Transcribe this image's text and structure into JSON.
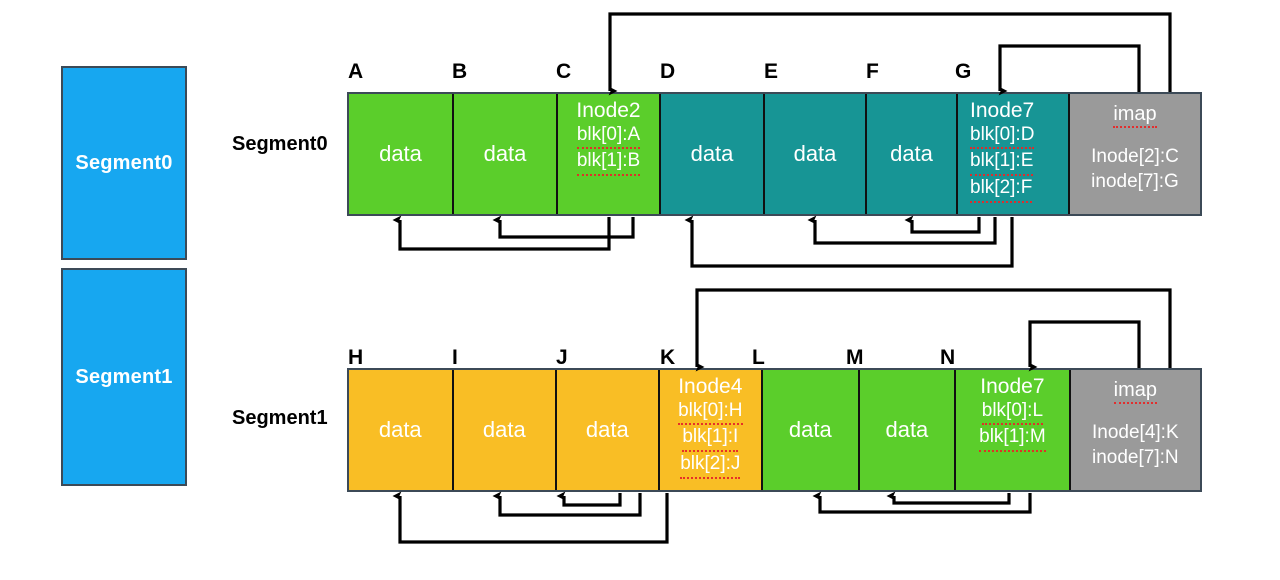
{
  "legend": {
    "items": [
      {
        "label": "Segment0",
        "color": "#17A7F0"
      },
      {
        "label": "Segment1",
        "color": "#17A7F0"
      }
    ]
  },
  "colors": {
    "green": "#5BCE2B",
    "teal": "#179595",
    "orange": "#F9BE25",
    "gray": "#9A9A9A",
    "blue": "#17A7F0",
    "outline": "#3c4a57",
    "arrow": "#000000",
    "dotted_underline": "#E62828"
  },
  "rows": [
    {
      "name": "segment0",
      "row_label": "Segment0",
      "captions": [
        "A",
        "B",
        "C",
        "D",
        "E",
        "F",
        "G"
      ],
      "blocks": [
        {
          "kind": "data",
          "color": "#5BCE2B",
          "text": "data"
        },
        {
          "kind": "data",
          "color": "#5BCE2B",
          "text": "data"
        },
        {
          "kind": "inode",
          "color": "#5BCE2B",
          "title": "Inode2",
          "lines": [
            "blk[0]:A",
            "blk[1]:B"
          ]
        },
        {
          "kind": "data",
          "color": "#179595",
          "text": "data"
        },
        {
          "kind": "data",
          "color": "#179595",
          "text": "data"
        },
        {
          "kind": "data",
          "color": "#179595",
          "text": "data"
        },
        {
          "kind": "inode",
          "color": "#179595",
          "title": "Inode7",
          "lines": [
            "blk[0]:D",
            "blk[1]:E",
            "blk[2]:F"
          ]
        },
        {
          "kind": "imap",
          "color": "#9A9A9A",
          "title": "imap",
          "lines": [
            "Inode[2]:C",
            "inode[7]:G"
          ]
        }
      ]
    },
    {
      "name": "segment1",
      "row_label": "Segment1",
      "captions": [
        "H",
        "I",
        "J",
        "K",
        "L",
        "M",
        "N"
      ],
      "blocks": [
        {
          "kind": "data",
          "color": "#F9BE25",
          "text": "data"
        },
        {
          "kind": "data",
          "color": "#F9BE25",
          "text": "data"
        },
        {
          "kind": "data",
          "color": "#F9BE25",
          "text": "data"
        },
        {
          "kind": "inode",
          "color": "#F9BE25",
          "title": "Inode4",
          "lines": [
            "blk[0]:H",
            "blk[1]:I",
            "blk[2]:J"
          ]
        },
        {
          "kind": "data",
          "color": "#5BCE2B",
          "text": "data"
        },
        {
          "kind": "data",
          "color": "#5BCE2B",
          "text": "data"
        },
        {
          "kind": "inode",
          "color": "#5BCE2B",
          "title": "Inode7",
          "lines": [
            "blk[0]:L",
            "blk[1]:M"
          ]
        },
        {
          "kind": "imap",
          "color": "#9A9A9A",
          "title": "imap",
          "lines": [
            "Inode[4]:K",
            "inode[7]:N"
          ]
        }
      ]
    }
  ],
  "pointers": {
    "segment0": [
      {
        "from": "Inode2.blk[0]",
        "to": "A"
      },
      {
        "from": "Inode2.blk[1]",
        "to": "B"
      },
      {
        "from": "Inode7.blk[0]",
        "to": "D"
      },
      {
        "from": "Inode7.blk[1]",
        "to": "E"
      },
      {
        "from": "Inode7.blk[2]",
        "to": "F"
      },
      {
        "from": "imap.Inode[2]",
        "to": "C"
      },
      {
        "from": "imap.inode[7]",
        "to": "G"
      }
    ],
    "segment1": [
      {
        "from": "Inode4.blk[0]",
        "to": "H"
      },
      {
        "from": "Inode4.blk[1]",
        "to": "I"
      },
      {
        "from": "Inode4.blk[2]",
        "to": "J"
      },
      {
        "from": "Inode7.blk[0]",
        "to": "L"
      },
      {
        "from": "Inode7.blk[1]",
        "to": "M"
      },
      {
        "from": "imap.Inode[4]",
        "to": "K"
      },
      {
        "from": "imap.inode[7]",
        "to": "N"
      }
    ]
  }
}
